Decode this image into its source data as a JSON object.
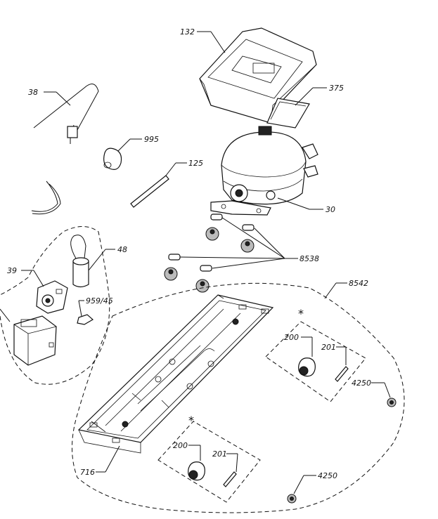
{
  "labels": {
    "p132": "132",
    "p375": "375",
    "p38": "38",
    "p995": "995",
    "p125": "125",
    "p30": "30",
    "p48": "48",
    "p8538": "8538",
    "p39": "39",
    "p959": "959/45",
    "p8542": "8542",
    "p200a": "200",
    "p201a": "201",
    "p4250a": "4250",
    "p716": "716",
    "p200b": "200",
    "p201b": "201",
    "p4250b": "4250",
    "star_a": "*",
    "star_b": "*"
  }
}
